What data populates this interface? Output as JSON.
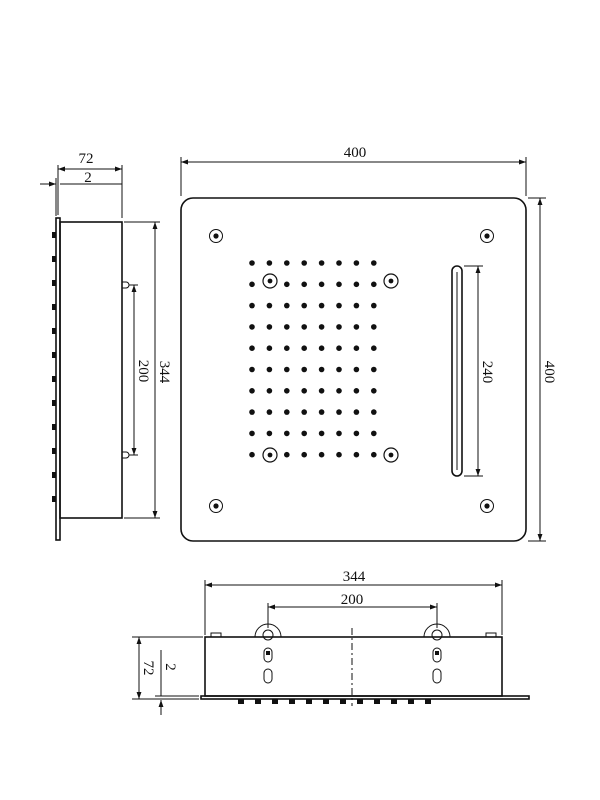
{
  "drawing": {
    "side_view": {
      "dim_depth": "72",
      "dim_plate": "2",
      "dim_height": "344",
      "dim_mount": "200"
    },
    "front_view": {
      "dim_width": "400",
      "dim_height": "400",
      "dim_slot": "240",
      "nozzle_rows": 10,
      "nozzle_cols": 8
    },
    "bottom_view": {
      "dim_width": "344",
      "dim_mount": "200",
      "dim_depth": "72",
      "dim_plate": "2"
    }
  },
  "colors": {
    "line": "#111111",
    "background": "#ffffff"
  }
}
